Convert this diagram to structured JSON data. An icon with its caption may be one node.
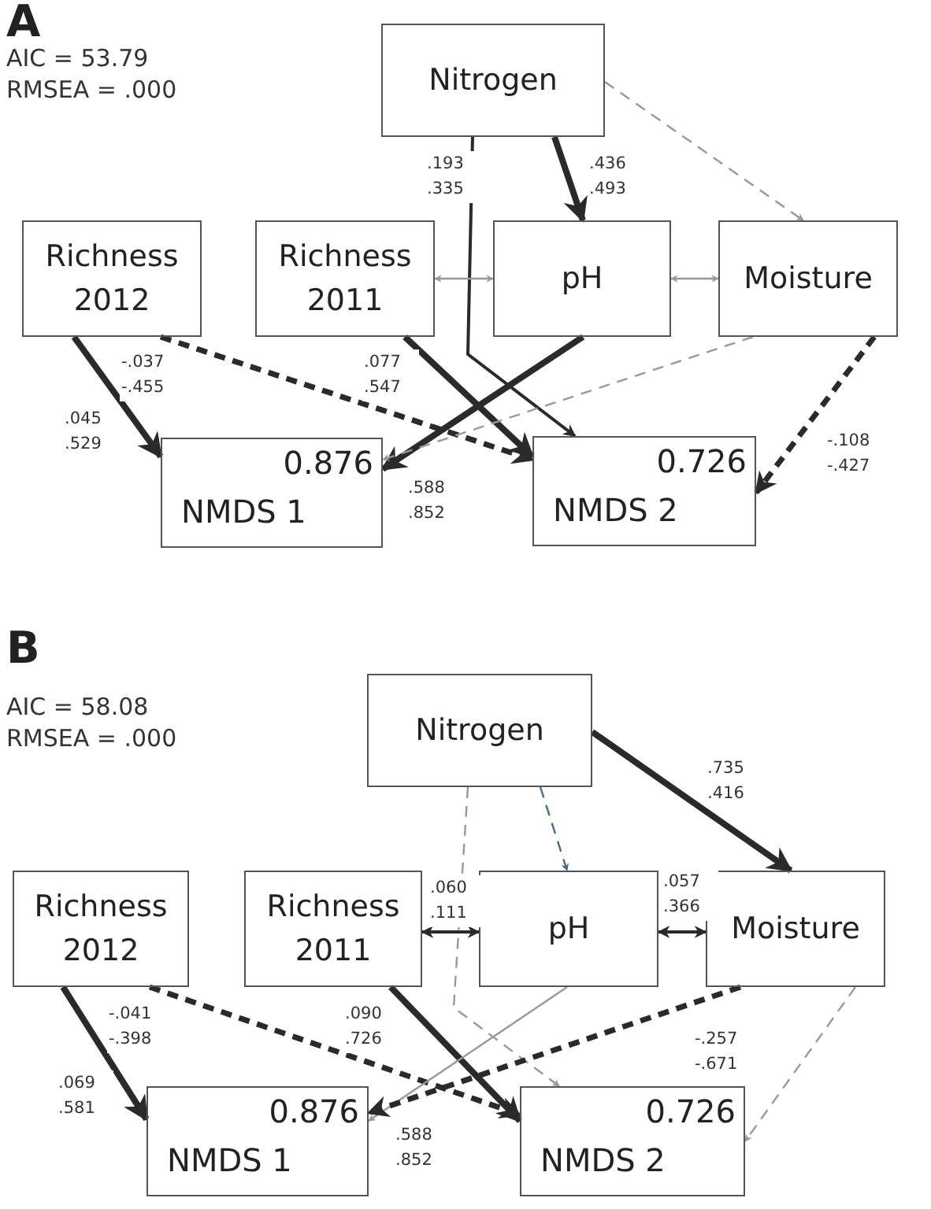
{
  "diagram": {
    "nodes": [
      {
        "text": [
          "Nitrogen"
        ]
      },
      {
        "text": [
          "Richness 2012"
        ]
      },
      {
        "text": [
          "Richness 2011"
        ]
      },
      {
        "text": [
          "pH"
        ]
      },
      {
        "text": [
          "Moisture"
        ]
      },
      {
        "text": [
          "0.876",
          "NMDS 1"
        ]
      },
      {
        "text": [
          "0.726",
          "NMDS 2"
        ]
      },
      {
        "text": [
          "Nitrogen"
        ]
      },
      {
        "text": [
          "Richness 2012"
        ]
      },
      {
        "text": [
          "Richness 2011"
        ]
      },
      {
        "text": [
          "pH"
        ]
      },
      {
        "text": [
          "Moisture"
        ]
      },
      {
        "text": [
          "0.876",
          "NMDS 1"
        ]
      },
      {
        "text": [
          "0.726",
          "NMDS 2"
        ]
      }
    ],
    "edges": [
      {
        "from": 0,
        "to": 3,
        "arrow": "to",
        "label": ".436 .493",
        "style": "thick"
      },
      {
        "from": 0,
        "to": 6,
        "arrow": "to",
        "label": ".193 .335"
      },
      {
        "from": 0,
        "to": 4,
        "arrow": "to",
        "style": "dashed",
        "color": "#999999"
      },
      {
        "from": 2,
        "to": 3,
        "arrow": "both",
        "color": "#999999"
      },
      {
        "from": 3,
        "to": 4,
        "arrow": "both",
        "color": "#999999"
      },
      {
        "from": 1,
        "to": 5,
        "arrow": "to",
        "label": ".045 .529",
        "style": "thick"
      },
      {
        "from": 1,
        "to": 6,
        "arrow": "to",
        "label": "-.037 -.455",
        "style": "dashed"
      },
      {
        "from": 2,
        "to": 6,
        "arrow": "to",
        "label": ".077 .547",
        "style": "thick"
      },
      {
        "from": 3,
        "to": 5,
        "arrow": "to",
        "style": "thick"
      },
      {
        "from": 4,
        "to": 5,
        "arrow": "to",
        "style": "dashed",
        "color": "#999999"
      },
      {
        "from": 4,
        "to": 6,
        "arrow": "to",
        "label": "-.108 -.427",
        "style": "dashed"
      },
      {
        "from": 7,
        "to": 11,
        "arrow": "to",
        "label": ".735 .416",
        "style": "thick"
      },
      {
        "from": 7,
        "to": 10,
        "arrow": "to",
        "style": "dashed",
        "color": "#4a6a8a"
      },
      {
        "from": 7,
        "to": 13,
        "arrow": "to",
        "style": "dashed",
        "color": "#999999"
      },
      {
        "from": 9,
        "to": 10,
        "arrow": "both",
        "label": ".060 .111"
      },
      {
        "from": 10,
        "to": 11,
        "arrow": "both",
        "label": ".057 .366"
      },
      {
        "from": 8,
        "to": 12,
        "arrow": "to",
        "label": ".069 .581",
        "style": "thick"
      },
      {
        "from": 8,
        "to": 13,
        "arrow": "to",
        "label": "-.041 -.398",
        "style": "dashed"
      },
      {
        "from": 9,
        "to": 13,
        "arrow": "to",
        "label": ".090 .726",
        "style": "thick"
      },
      {
        "from": 10,
        "to": 12,
        "arrow": "to",
        "color": "#999999"
      },
      {
        "from": 11,
        "to": 12,
        "arrow": "to",
        "label": "-.257 -.671",
        "style": "dashed"
      },
      {
        "from": 11,
        "to": 13,
        "arrow": "to",
        "style": "dashed",
        "color": "#999999"
      }
    ],
    "labels": [
      "A",
      "AIC = 53.79",
      "RMSEA = .000",
      ".588 .852",
      "B",
      "AIC = 58.08",
      "RMSEA = .000",
      ".588 .852"
    ]
  }
}
